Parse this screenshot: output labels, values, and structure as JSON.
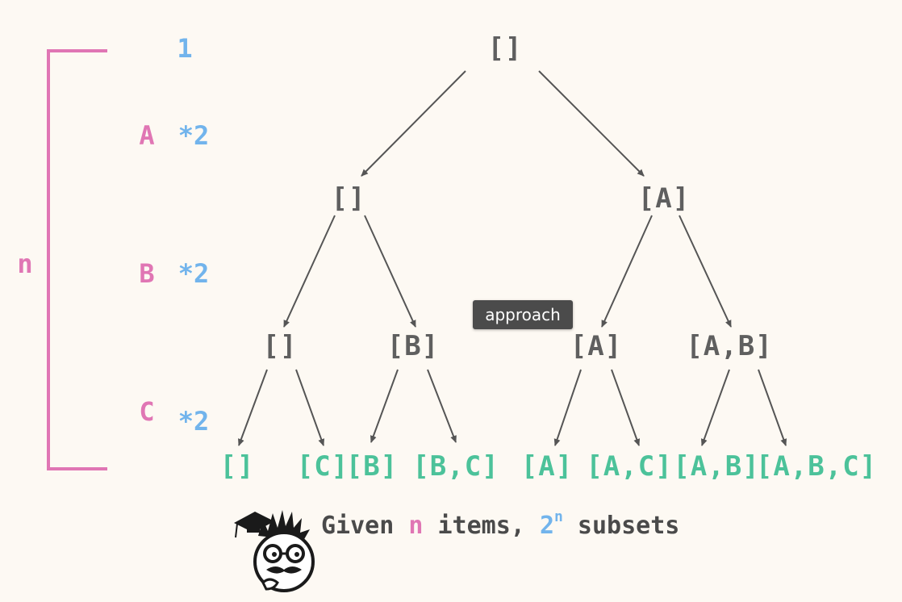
{
  "tree": {
    "level0": [
      "[]"
    ],
    "level1": [
      "[]",
      "[A]"
    ],
    "level2": [
      "[]",
      "[B]",
      "[A]",
      "[A,B]"
    ],
    "level3": [
      "[]",
      "[C]",
      "[B]",
      "[B,C]",
      "[A]",
      "[A,C]",
      "[A,B]",
      "[A,B,C]"
    ]
  },
  "sidebar": {
    "n_label": "n",
    "count_start": "1",
    "rows": [
      {
        "item": "A",
        "factor": "*2"
      },
      {
        "item": "B",
        "factor": "*2"
      },
      {
        "item": "C",
        "factor": "*2"
      }
    ]
  },
  "tooltip": "approach",
  "caption": {
    "prefix": "Given",
    "n": "n",
    "middle": "items,",
    "base": "2",
    "exponent": "n",
    "suffix": "subsets"
  },
  "colors": {
    "background": "#fdf9f3",
    "node_gray": "#5f5f5f",
    "leaf_green": "#4cc29a",
    "pink": "#e076b4",
    "blue": "#72b4ec",
    "arrow": "#555555"
  },
  "icons": [
    "professor-mascot-icon"
  ]
}
